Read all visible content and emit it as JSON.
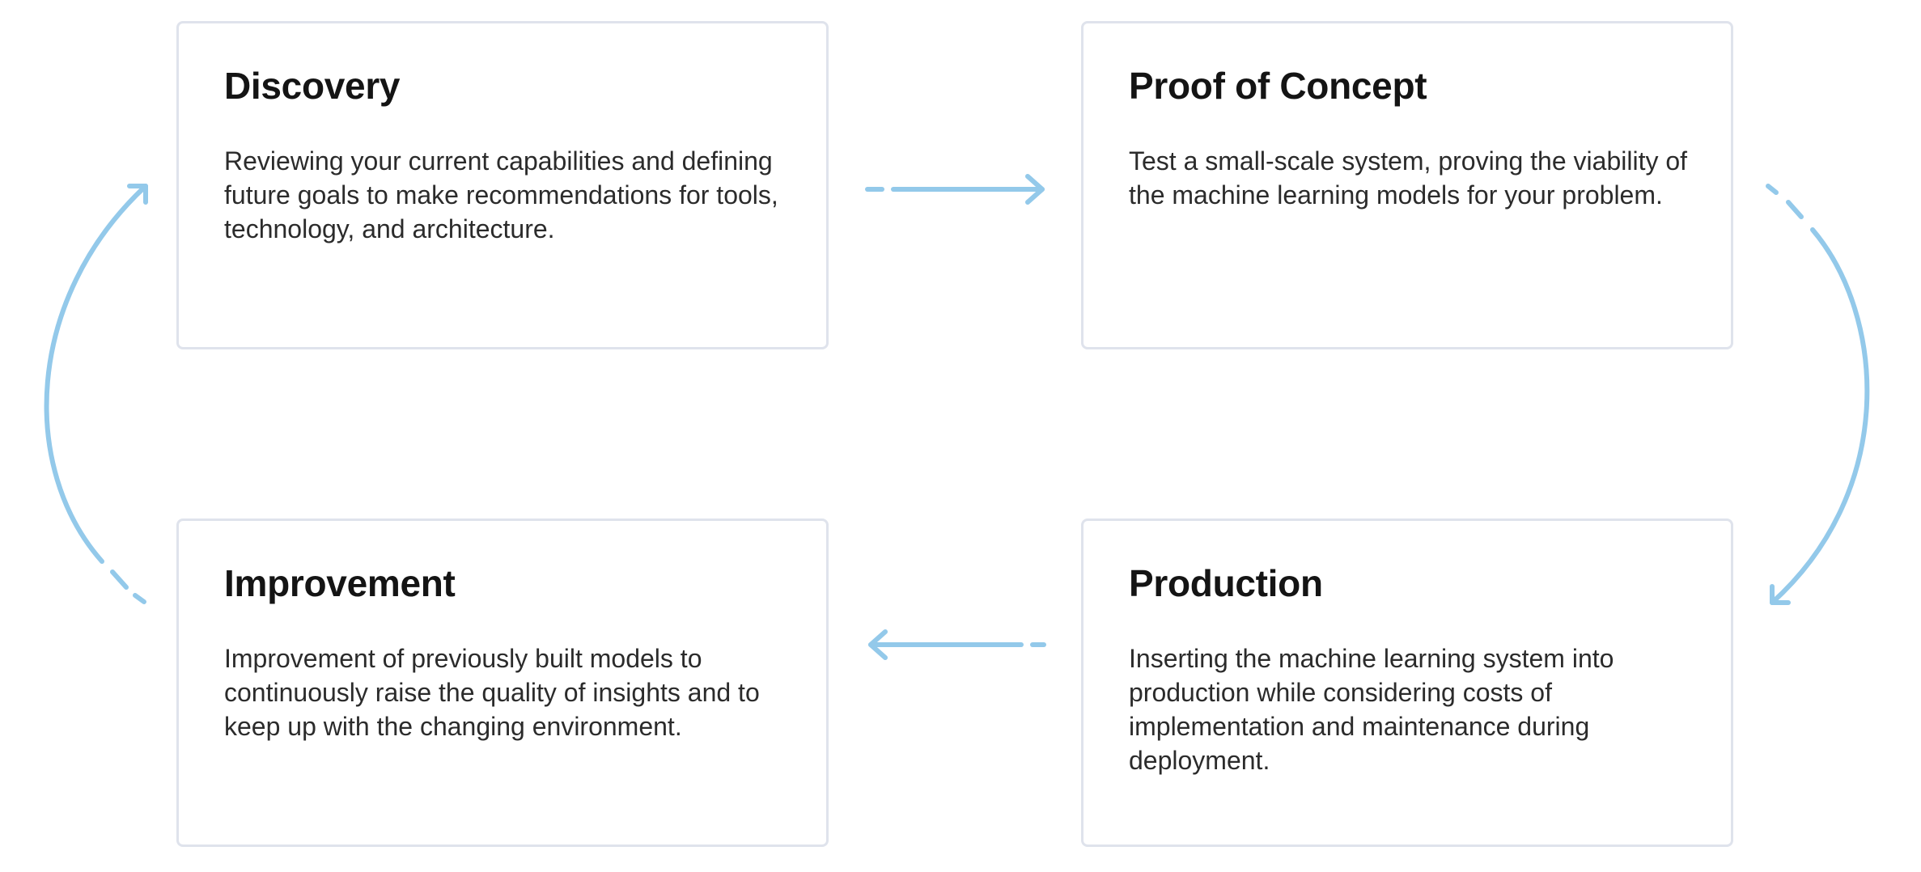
{
  "cards": [
    {
      "title": "Discovery",
      "body": "Reviewing your current capabilities and defining future goals to make recommendations for tools, technology, and architecture."
    },
    {
      "title": "Proof of Concept",
      "body": "Test a small-scale system, proving the viability of the machine learning models for your problem."
    },
    {
      "title": "Improvement",
      "body": "Improvement of previously built models to continuously raise the quality of insights and to keep up with the changing environment."
    },
    {
      "title": "Production",
      "body": "Inserting the machine learning system into production while considering costs of implementation and maintenance during deployment."
    }
  ],
  "colors": {
    "arrow": "#93c9ea",
    "card_border": "#dfe3ec",
    "title": "#141414",
    "body": "#2b2b2b"
  }
}
